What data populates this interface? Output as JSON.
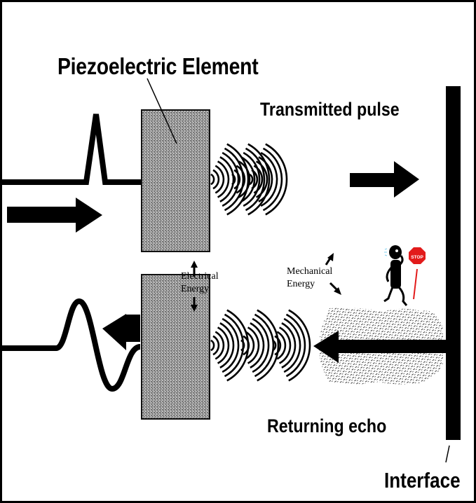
{
  "diagram": {
    "title": "Piezoelectric Element",
    "transmitted_label": "Transmitted pulse",
    "returning_label": "Returning echo",
    "interface_label": "Interface",
    "electrical_energy_label": [
      "Electrical",
      "Energy"
    ],
    "mechanical_energy_label": [
      "Mechanical",
      "Energy"
    ],
    "stop_sign_text": "STOP"
  },
  "colors": {
    "ink": "#000000",
    "element_fill": "#8c8c8c",
    "stop_sign": "#e21b1b",
    "background": "#ffffff"
  },
  "icons": {
    "transmit_arrow": "arrow-right-icon",
    "outgoing_arrow": "arrow-right-icon",
    "return_arrow": "arrow-left-icon",
    "echo_arrow": "arrow-left-icon",
    "person": "stick-figure-icon",
    "stop_sign": "stop-sign-icon"
  }
}
